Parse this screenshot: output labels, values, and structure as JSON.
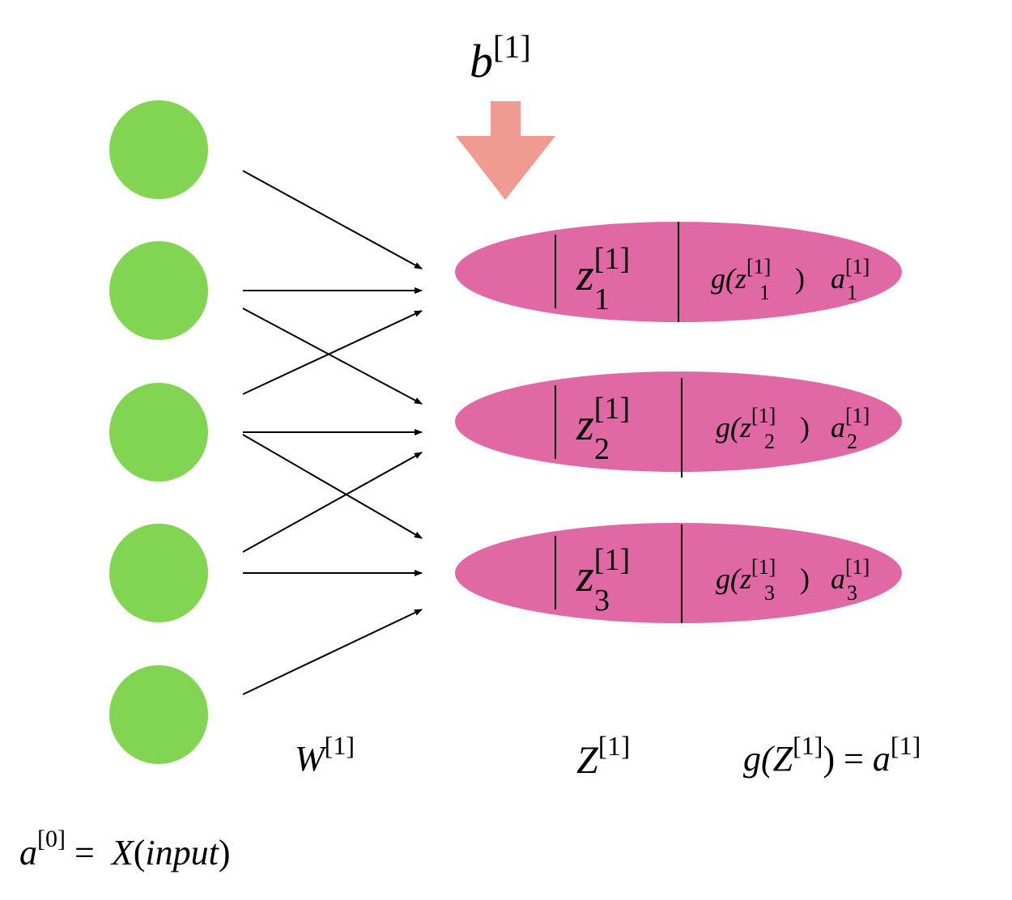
{
  "input_layer": {
    "node_count": 5,
    "node_color": "#82d553"
  },
  "hidden_layer": {
    "node_color": "#df68a5",
    "nodes": [
      {
        "z_base": "z",
        "z_sup": "[1]",
        "z_sub": "1",
        "g_open": "g(",
        "g_z": "z",
        "g_sup": "[1]",
        "g_sub": "1",
        "g_close": ")",
        "a_base": "a",
        "a_sup": "[1]",
        "a_sub": "1"
      },
      {
        "z_base": "z",
        "z_sup": "[1]",
        "z_sub": "2",
        "g_open": "g(",
        "g_z": "z",
        "g_sup": "[1]",
        "g_sub": "2",
        "g_close": ")",
        "a_base": "a",
        "a_sup": "[1]",
        "a_sub": "2"
      },
      {
        "z_base": "z",
        "z_sup": "[1]",
        "z_sub": "3",
        "g_open": "g(",
        "g_z": "z",
        "g_sup": "[1]",
        "g_sub": "3",
        "g_close": ")",
        "a_base": "a",
        "a_sup": "[1]",
        "a_sub": "3"
      }
    ]
  },
  "bias": {
    "base": "b",
    "sup": "[1]",
    "arrow_color": "#f09b92"
  },
  "labels": {
    "weights": {
      "base": "W",
      "sup": "[1]"
    },
    "z_matrix": {
      "base": "Z",
      "sup": "[1]"
    },
    "activation": {
      "g_open": "g(",
      "z_base": "Z",
      "z_sup": "[1]",
      "close_eq": ") = ",
      "a_base": "a",
      "a_sup": "[1]"
    },
    "input": {
      "a_base": "a",
      "a_sup": "[0]",
      "eq": " = ",
      "x": "X",
      "paren_open": "(",
      "input_word": "input",
      "paren_close": ")"
    }
  }
}
